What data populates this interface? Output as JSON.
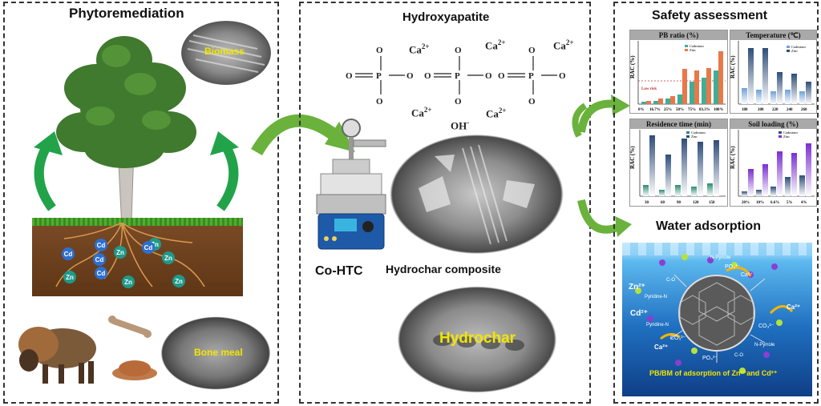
{
  "panels": {
    "left_title": "Phytoremediation",
    "middle_title": "Hydroxyapatite",
    "right_title_top": "Safety assessment",
    "right_title_bottom": "Water adsorption"
  },
  "left": {
    "biomass_label": "Biomass",
    "bone_meal_label": "Bone meal",
    "root_ions": [
      "Cd",
      "Cd",
      "Zn",
      "Cd",
      "Zn",
      "Cd",
      "Zn",
      "Cd",
      "Zn",
      "Zn",
      "Zn"
    ]
  },
  "middle": {
    "ions": [
      "Ca2+",
      "Ca2+",
      "Ca2+",
      "Ca2+",
      "Ca2+",
      "OH-"
    ],
    "cohtc_label": "Co-HTC",
    "composite_label": "Hydrochar composite",
    "hydrochar_label": "Hydrochar"
  },
  "legend": {
    "cd": "Cadmium",
    "zn": "Zinc"
  },
  "charts": [
    {
      "title": "PB ratio (%)",
      "ylabel": "RAC (%)",
      "note": "Low risk",
      "xticks": [
        "0%",
        "16.7%",
        "25%",
        "50%",
        "75%",
        "83.3%",
        "100%"
      ]
    },
    {
      "title": "Temperature (℃)",
      "ylabel": "RAC (%)",
      "xticks": [
        "180",
        "200",
        "220",
        "240",
        "260"
      ]
    },
    {
      "title": "Residence time (min)",
      "ylabel": "RAC (%)",
      "xticks": [
        "30",
        "60",
        "90",
        "120",
        "150"
      ]
    },
    {
      "title": "Soil loading (%)",
      "ylabel": "RAC (%)",
      "xticks": [
        "20%",
        "10%",
        "6.6%",
        "5%",
        "4%"
      ]
    }
  ],
  "adsorption": {
    "caption": "PB/BM of  adsorption of Zn²⁺and Cd²⁺",
    "labels": [
      "Zn²⁺",
      "Cd²⁺",
      "Ca²⁺",
      "Ca²⁺",
      "PO₄³⁻",
      "CO₃²⁻",
      "N-Pyrrole",
      "Pyridine-N",
      "C-O",
      "Ca²⁺",
      "PO₄³⁻",
      "N-Pyrrole",
      "Pyridine-N",
      "CO₃²⁻",
      "C-O"
    ]
  },
  "colors": {
    "green_arrow": "#5aa832",
    "cd_teal": "#3fae96",
    "zn_orange": "#e8784a",
    "purple": "#8a3fd0",
    "slate": "#3d5f8a"
  }
}
